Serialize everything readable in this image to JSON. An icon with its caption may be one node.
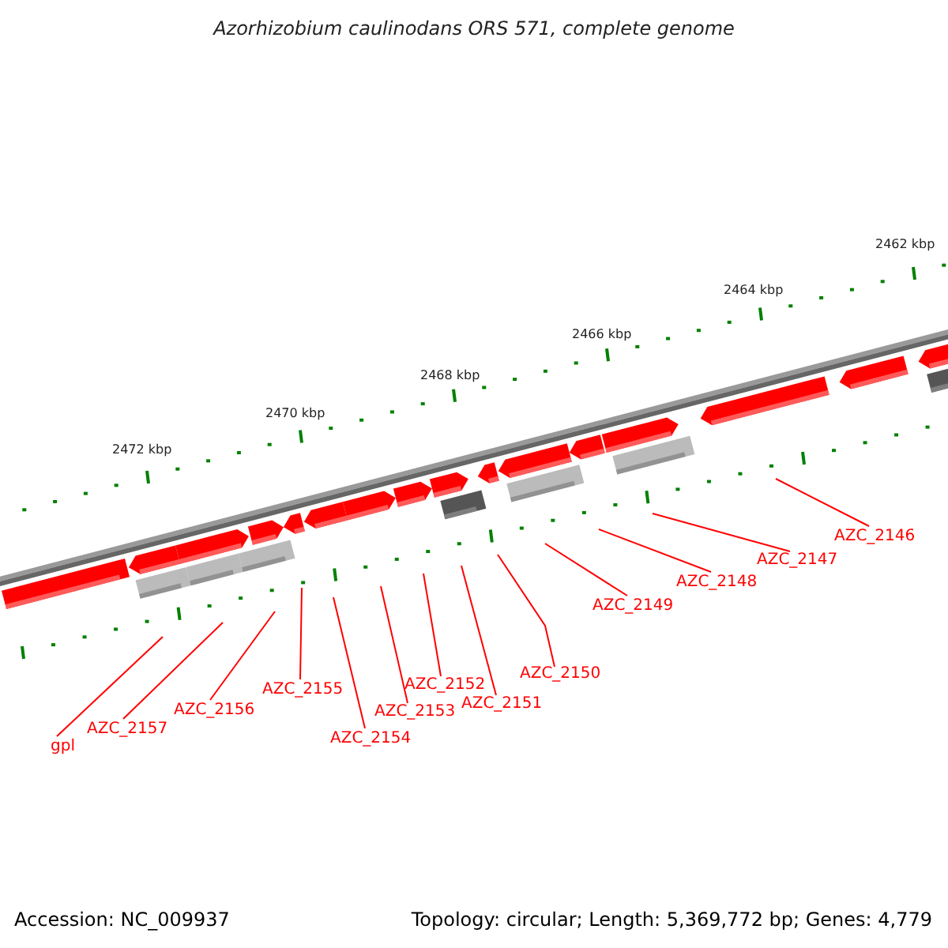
{
  "diagram": {
    "title": "Azorhizobium caulinodans ORS 571, complete genome",
    "nodes": [
      {
        "text": [
          "gpl"
        ]
      },
      {
        "text": [
          "AZC_2157"
        ]
      },
      {
        "text": [
          "AZC_2156"
        ]
      },
      {
        "text": [
          "AZC_2155"
        ]
      },
      {
        "text": [
          "AZC_2154"
        ]
      },
      {
        "text": [
          "AZC_2153"
        ]
      },
      {
        "text": [
          "AZC_2152"
        ]
      },
      {
        "text": [
          "AZC_2151"
        ]
      },
      {
        "text": [
          "AZC_2150"
        ]
      },
      {
        "text": [
          "AZC_2149"
        ]
      },
      {
        "text": [
          "AZC_2148"
        ]
      },
      {
        "text": [
          "AZC_2147"
        ]
      },
      {
        "text": [
          "AZC_2146"
        ]
      }
    ],
    "edges": [
      {
        "from": 0,
        "to": null,
        "arrow": "none"
      },
      {
        "from": 1,
        "to": null,
        "arrow": "none"
      },
      {
        "from": 2,
        "to": null,
        "arrow": "none"
      },
      {
        "from": 3,
        "to": null,
        "arrow": "none"
      },
      {
        "from": 4,
        "to": null,
        "arrow": "none"
      },
      {
        "from": 5,
        "to": null,
        "arrow": "none"
      },
      {
        "from": 6,
        "to": null,
        "arrow": "none"
      },
      {
        "from": 7,
        "to": null,
        "arrow": "none"
      },
      {
        "from": 8,
        "to": null,
        "arrow": "none"
      },
      {
        "from": 9,
        "to": null,
        "arrow": "none"
      },
      {
        "from": 10,
        "to": null,
        "arrow": "none"
      },
      {
        "from": 11,
        "to": null,
        "arrow": "none"
      },
      {
        "from": 12,
        "to": null,
        "arrow": "none"
      }
    ],
    "labels": [
      "2462 kbp",
      "2464 kbp",
      "2466 kbp",
      "2468 kbp",
      "2470 kbp",
      "2472 kbp",
      "Accession: NC_009937",
      "Topology: circular; Length: 5,369,772 bp; Genes: 4,779"
    ]
  }
}
